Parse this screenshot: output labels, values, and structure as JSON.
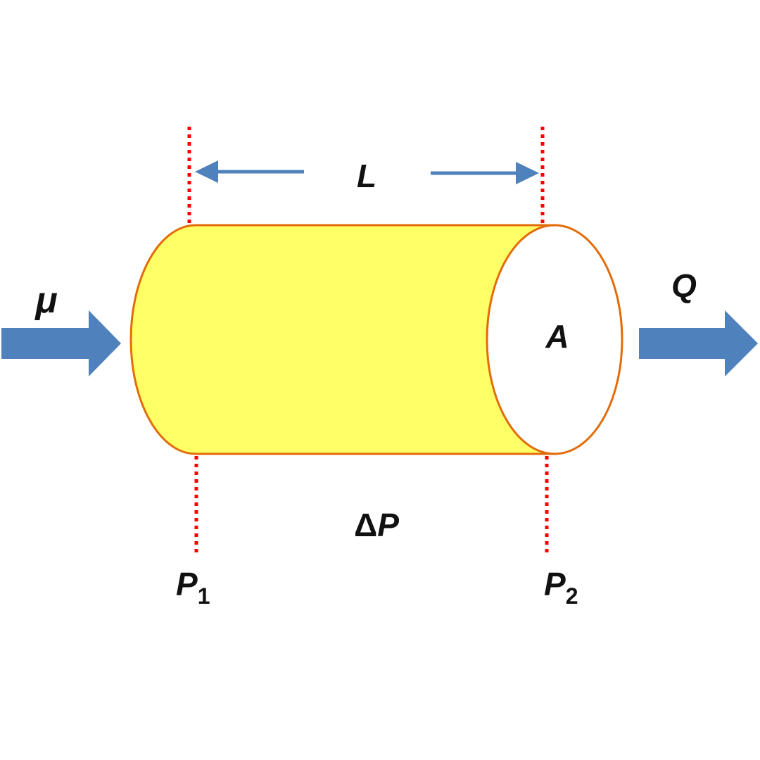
{
  "labels": {
    "length": "L",
    "viscosity": "μ",
    "flow_rate": "Q",
    "area": "A",
    "pressure_drop_symbol": "Δ",
    "pressure_drop_var": "P",
    "pressure_inlet_var": "P",
    "pressure_inlet_sub": "1",
    "pressure_outlet_var": "P",
    "pressure_outlet_sub": "2"
  },
  "colors": {
    "cylinder_fill": "#ffff66",
    "cylinder_stroke": "#e36c0a",
    "arrow_fill": "#4f81bd",
    "dotted_line": "#ff0000",
    "text": "#111111"
  }
}
